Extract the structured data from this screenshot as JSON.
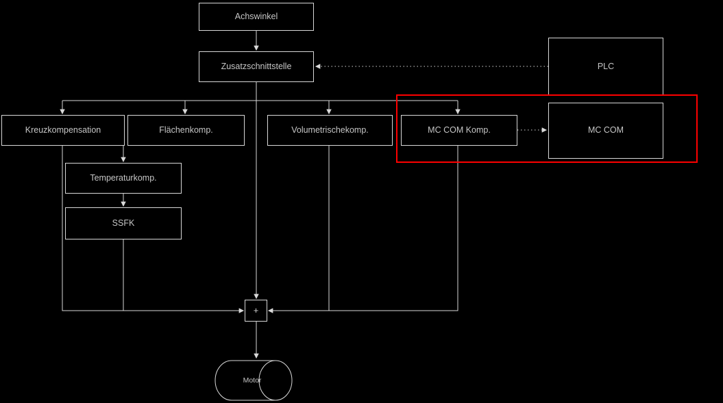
{
  "diagram": {
    "colors": {
      "background": "#000000",
      "line": "#d9d9d9",
      "box_border": "#d9d9d9",
      "text": "#c6c6c6",
      "highlight": "#fe0000"
    },
    "nodes": {
      "achswinkel": {
        "label": "Achswinkel"
      },
      "zusatzschnittstelle": {
        "label": "Zusatzschnittstelle"
      },
      "plc": {
        "label": "PLC"
      },
      "kreuzkompensation": {
        "label": "Kreuzkompensation"
      },
      "flaechenkomp": {
        "label": "Flächenkomp."
      },
      "volumetrischekomp": {
        "label": "Volumetrischekomp."
      },
      "mc_com_komp": {
        "label": "MC COM Komp."
      },
      "mc_com": {
        "label": "MC COM"
      },
      "temperaturkomp": {
        "label": "Temperaturkomp."
      },
      "ssfk": {
        "label": "SSFK"
      },
      "summation": {
        "label": "+"
      },
      "motor": {
        "label": "Motor"
      }
    }
  }
}
